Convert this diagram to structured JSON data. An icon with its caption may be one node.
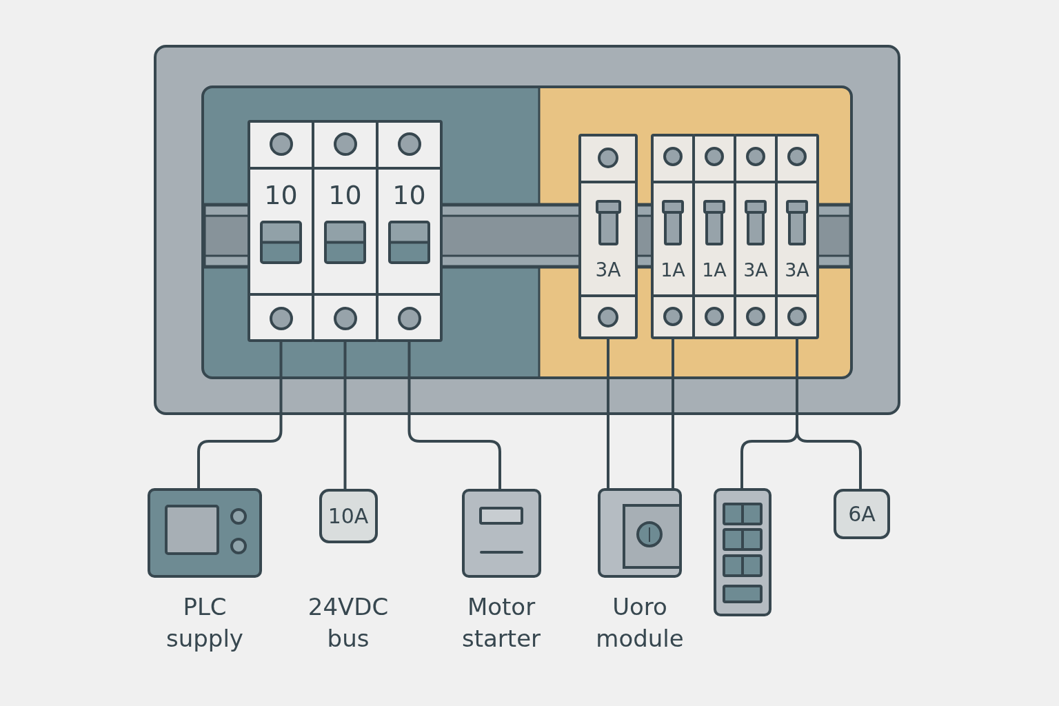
{
  "diagram": {
    "nodes": [
      {
        "text": [
          "10"
        ]
      },
      {
        "text": [
          "10"
        ]
      },
      {
        "text": [
          "10"
        ]
      },
      {
        "text": [
          "3A"
        ]
      },
      {
        "text": [
          "1A"
        ]
      },
      {
        "text": [
          "1A"
        ]
      },
      {
        "text": [
          "3A"
        ]
      },
      {
        "text": [
          "3A"
        ]
      },
      {
        "text": [
          "PLC supply"
        ]
      },
      {
        "text": [
          "10A",
          "24VDC bus"
        ]
      },
      {
        "text": [
          "Motor starter"
        ]
      },
      {
        "text": [
          "Uoro module"
        ]
      },
      {
        "text": [],
        "shape": "picture"
      },
      {
        "text": [
          "6A"
        ]
      }
    ],
    "edges": [
      {
        "from": 0,
        "to": 8,
        "arrow": "none"
      },
      {
        "from": 1,
        "to": 9,
        "arrow": "none"
      },
      {
        "from": 2,
        "to": 10,
        "arrow": "none"
      },
      {
        "from": 3,
        "to": 11,
        "arrow": "none"
      },
      {
        "from": 4,
        "to": 11,
        "arrow": "none"
      },
      {
        "from": 7,
        "to": 12,
        "arrow": "none"
      },
      {
        "from": 7,
        "to": 13,
        "arrow": "none"
      }
    ]
  }
}
